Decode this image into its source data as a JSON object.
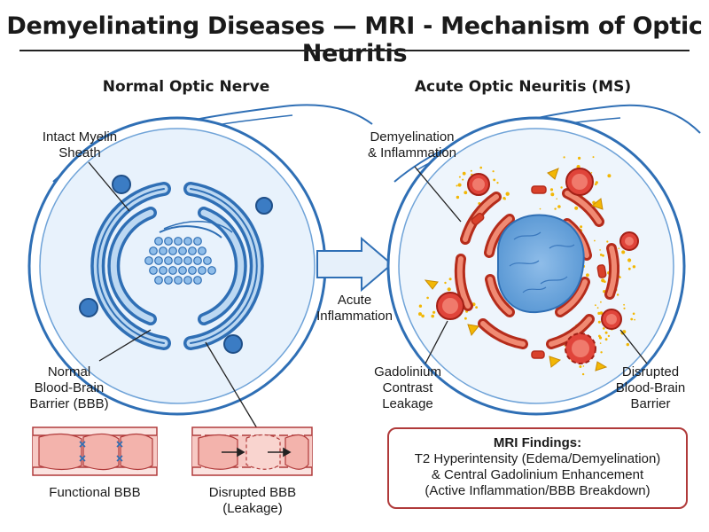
{
  "title": "Demyelinating Diseases — MRI - Mechanism of Optic Neuritis",
  "left_panel": {
    "title": "Normal Optic Nerve",
    "label_myelin": [
      "Intact Myelin",
      "Sheath"
    ],
    "label_bbb": [
      "Normal",
      "Blood-Brain",
      "Barrier (BBB)"
    ],
    "caption_functional": "Functional BBB",
    "caption_disrupted": [
      "Disrupted BBB",
      "(Leakage)"
    ]
  },
  "arrow": {
    "label": [
      "Acute",
      "Inflammation"
    ]
  },
  "right_panel": {
    "title": "Acute Optic Neuritis (MS)",
    "label_demyelination": [
      "Demyelination",
      "& Inflammation"
    ],
    "label_gadolinium": [
      "Gadolinium",
      "Contrast",
      "Leakage"
    ],
    "label_disrupted": [
      "Disrupted",
      "Blood-Brain",
      "Barrier"
    ]
  },
  "findings": {
    "title": "MRI Findings:",
    "lines": [
      "T2 Hyperintensity (Edema/Demyelination)",
      "& Central Gadolinium Enhancement",
      "(Active Inflammation/BBB Breakdown)"
    ]
  },
  "colors": {
    "normal_blue": "#2f6fb5",
    "light_blue": "#bcd8f2",
    "inflamed_red": "#d9412b",
    "leak_yellow": "#f2b705",
    "vessel_pink": "#f7c9c4"
  }
}
